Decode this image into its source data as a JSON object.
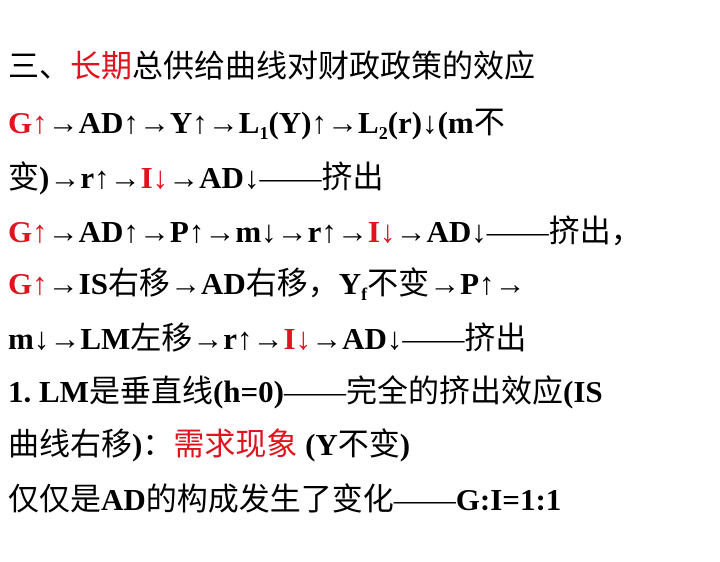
{
  "colors": {
    "text": "#000000",
    "highlight": "#e0141e",
    "background": "#ffffff"
  },
  "lines": [
    {
      "segments": [
        {
          "text": "三、",
          "red": false,
          "bold": false,
          "sub": false
        },
        {
          "text": "长期",
          "red": true,
          "bold": false,
          "sub": false
        },
        {
          "text": "总供给曲线对财政政策的效应",
          "red": false,
          "bold": false,
          "sub": false
        }
      ]
    },
    {
      "segments": [
        {
          "text": "G↑",
          "red": true,
          "bold": true,
          "sub": false
        },
        {
          "text": "→AD↑→Y↑→L",
          "red": false,
          "bold": true,
          "sub": false
        },
        {
          "text": "1",
          "red": false,
          "bold": true,
          "sub": true
        },
        {
          "text": "(Y)↑→L",
          "red": false,
          "bold": true,
          "sub": false
        },
        {
          "text": "2",
          "red": false,
          "bold": true,
          "sub": true
        },
        {
          "text": "(r)↓(m",
          "red": false,
          "bold": true,
          "sub": false
        },
        {
          "text": "不",
          "red": false,
          "bold": false,
          "sub": false
        }
      ]
    },
    {
      "segments": [
        {
          "text": "变",
          "red": false,
          "bold": false,
          "sub": false
        },
        {
          "text": ")→r↑→",
          "red": false,
          "bold": true,
          "sub": false
        },
        {
          "text": "I↓",
          "red": true,
          "bold": true,
          "sub": false
        },
        {
          "text": "→AD↓",
          "red": false,
          "bold": true,
          "sub": false
        },
        {
          "text": "——挤出",
          "red": false,
          "bold": false,
          "sub": false
        }
      ]
    },
    {
      "segments": [
        {
          "text": "G↑",
          "red": true,
          "bold": true,
          "sub": false
        },
        {
          "text": "→AD↑→P↑→m↓→r↑→",
          "red": false,
          "bold": true,
          "sub": false
        },
        {
          "text": "I↓",
          "red": true,
          "bold": true,
          "sub": false
        },
        {
          "text": "→AD↓",
          "red": false,
          "bold": true,
          "sub": false
        },
        {
          "text": "——挤出，",
          "red": false,
          "bold": false,
          "sub": false
        }
      ]
    },
    {
      "segments": [
        {
          "text": "G↑",
          "red": true,
          "bold": true,
          "sub": false
        },
        {
          "text": "→IS",
          "red": false,
          "bold": true,
          "sub": false
        },
        {
          "text": "右移",
          "red": false,
          "bold": false,
          "sub": false
        },
        {
          "text": "→AD",
          "red": false,
          "bold": true,
          "sub": false
        },
        {
          "text": "右移，",
          "red": false,
          "bold": false,
          "sub": false
        },
        {
          "text": "Y",
          "red": false,
          "bold": true,
          "sub": false
        },
        {
          "text": "f",
          "red": false,
          "bold": true,
          "sub": true
        },
        {
          "text": "不变",
          "red": false,
          "bold": false,
          "sub": false
        },
        {
          "text": "→P↑→",
          "red": false,
          "bold": true,
          "sub": false
        }
      ]
    },
    {
      "segments": [
        {
          "text": "m↓→LM",
          "red": false,
          "bold": true,
          "sub": false
        },
        {
          "text": "左移",
          "red": false,
          "bold": false,
          "sub": false
        },
        {
          "text": "→r↑→",
          "red": false,
          "bold": true,
          "sub": false
        },
        {
          "text": "I↓",
          "red": true,
          "bold": true,
          "sub": false
        },
        {
          "text": "→AD↓",
          "red": false,
          "bold": true,
          "sub": false
        },
        {
          "text": "——挤出",
          "red": false,
          "bold": false,
          "sub": false
        }
      ]
    },
    {
      "segments": [
        {
          "text": "1. LM",
          "red": false,
          "bold": true,
          "sub": false
        },
        {
          "text": "是垂直线",
          "red": false,
          "bold": false,
          "sub": false
        },
        {
          "text": "(h=0)",
          "red": false,
          "bold": true,
          "sub": false
        },
        {
          "text": "——完全的挤出效应",
          "red": false,
          "bold": false,
          "sub": false
        },
        {
          "text": "(IS",
          "red": false,
          "bold": true,
          "sub": false
        }
      ]
    },
    {
      "segments": [
        {
          "text": "曲线右移",
          "red": false,
          "bold": false,
          "sub": false
        },
        {
          "text": ")",
          "red": false,
          "bold": true,
          "sub": false
        },
        {
          "text": "：",
          "red": false,
          "bold": false,
          "sub": false
        },
        {
          "text": "需求现象",
          "red": true,
          "bold": false,
          "sub": false
        },
        {
          "text": " (Y",
          "red": false,
          "bold": true,
          "sub": false
        },
        {
          "text": "不变",
          "red": false,
          "bold": false,
          "sub": false
        },
        {
          "text": ")",
          "red": false,
          "bold": true,
          "sub": false
        }
      ]
    },
    {
      "segments": [
        {
          "text": "仅仅是",
          "red": false,
          "bold": false,
          "sub": false
        },
        {
          "text": "AD",
          "red": false,
          "bold": true,
          "sub": false
        },
        {
          "text": "的构成发生了变化",
          "red": false,
          "bold": false,
          "sub": false
        },
        {
          "text": "——",
          "red": false,
          "bold": false,
          "sub": false
        },
        {
          "text": "G:I=1:1",
          "red": false,
          "bold": true,
          "sub": false
        }
      ]
    }
  ]
}
